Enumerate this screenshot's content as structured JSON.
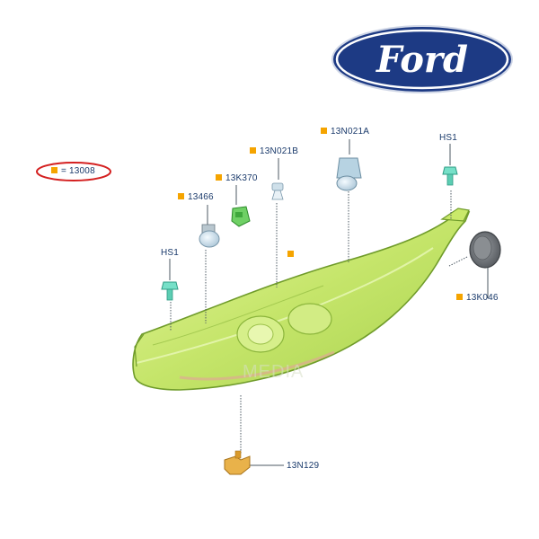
{
  "brand": {
    "logo_text": "Ford"
  },
  "colors": {
    "brand_blue": "#1d3a84",
    "label_text": "#1a3a6b",
    "marker_orange": "#f5a400",
    "highlight_red": "#d42020",
    "lamp_fill": "#c9e96a"
  },
  "watermark": "MEDIA",
  "legend": {
    "label": "= 13008"
  },
  "parts": {
    "p13466": "13466",
    "p13K370": "13K370",
    "p13N021B": "13N021B",
    "p13N021A": "13N021A",
    "hs1_top": "HS1",
    "hs1_left": "HS1",
    "p13K046": "13K046",
    "p13N129": "13N129"
  }
}
